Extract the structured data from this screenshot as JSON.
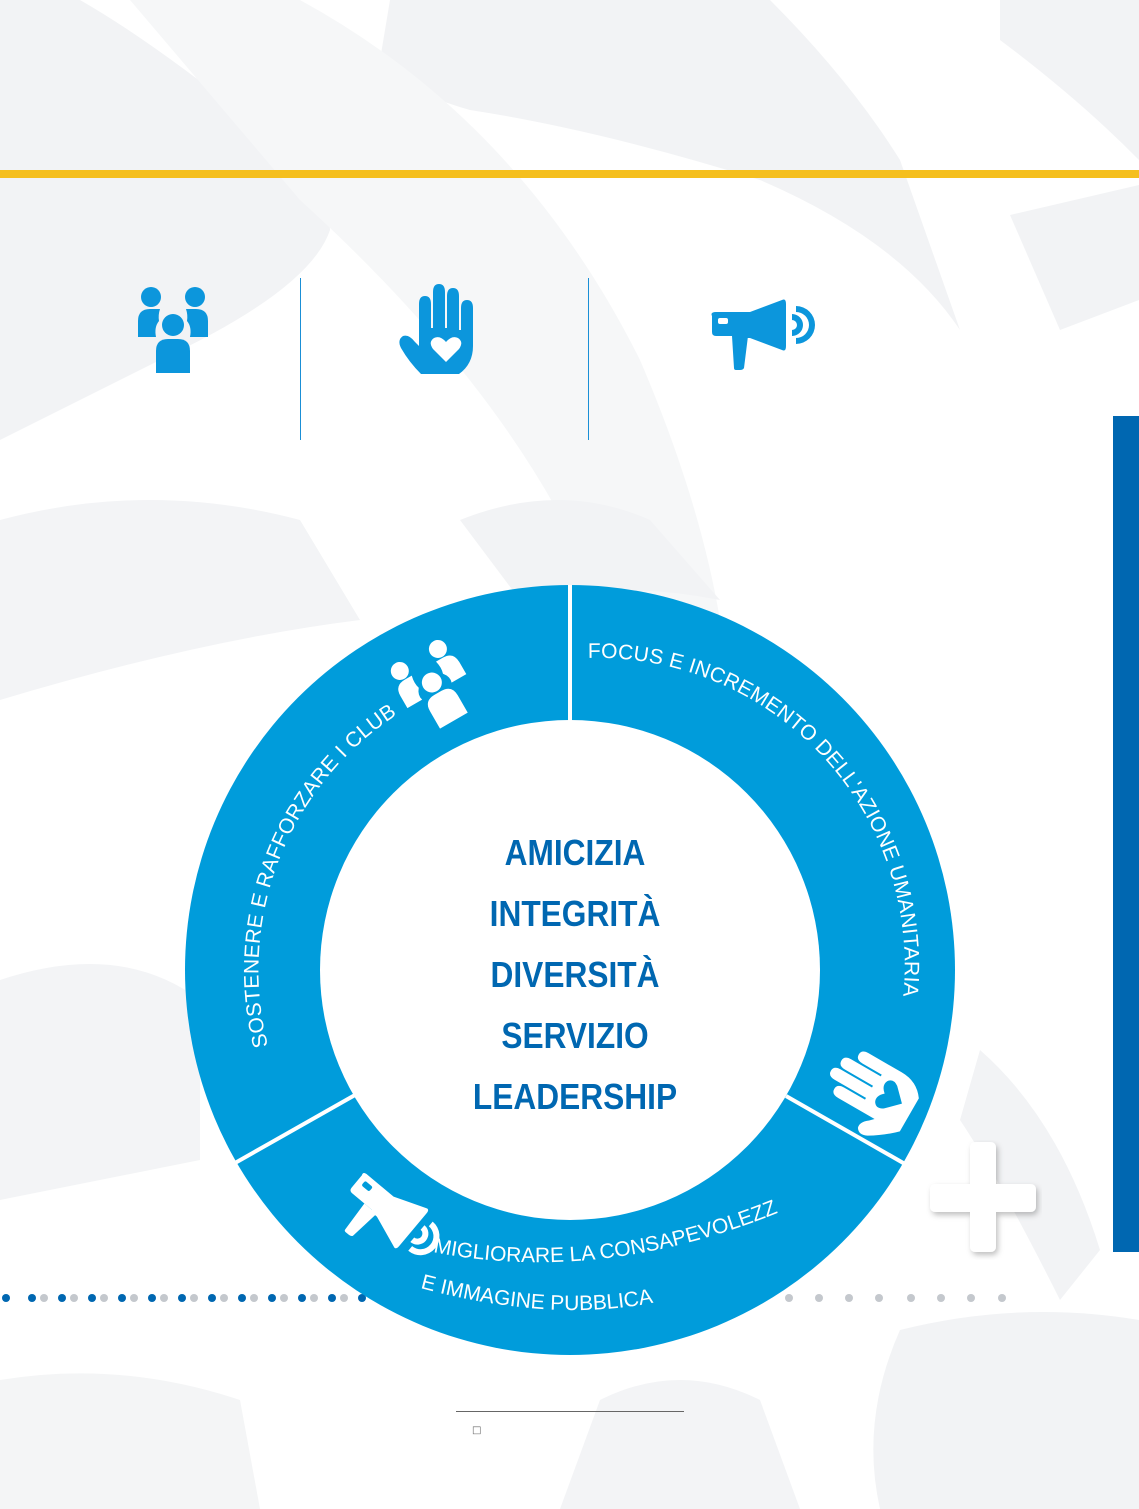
{
  "colors": {
    "ring": "#009cdb",
    "values_text": "#0067b1",
    "gold_line": "#f5bf1e",
    "side_bar": "#0067b1",
    "icon_blue": "#0c96dc"
  },
  "top_icons": [
    "people-group-icon",
    "hand-heart-icon",
    "megaphone-icon"
  ],
  "ring": {
    "segments": [
      {
        "label": "SOSTENERE E RAFFORZARE I CLUB",
        "icon": "people-group-icon"
      },
      {
        "label": "FOCUS E INCREMENTO DELL'AZIONE UMANITARIA",
        "icon": "hand-heart-icon"
      },
      {
        "label_line1": "MIGLIORARE LA CONSAPEVOLEZZA",
        "label_line2": "E IMMAGINE PUBBLICA",
        "icon": "megaphone-icon"
      }
    ]
  },
  "core_values": [
    "AMICIZIA",
    "INTEGRITÀ",
    "DIVERSITÀ",
    "SERVIZIO",
    "LEADERSHIP"
  ],
  "footer": {
    "mark": "□"
  }
}
